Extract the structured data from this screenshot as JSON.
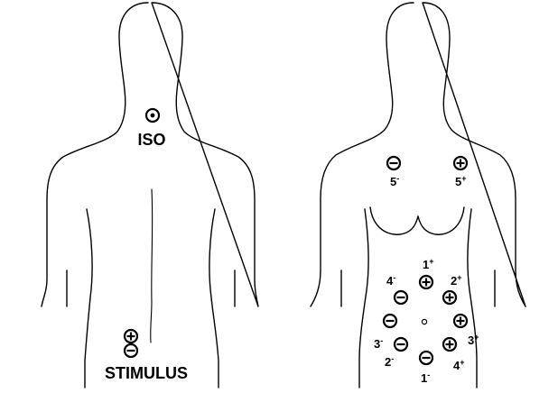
{
  "back_figure": {
    "reference_label": "ISO",
    "stimulus_label": "STIMULUS"
  },
  "front_figure": {
    "labels": {
      "e1_plus": "1",
      "e1_plus_sign": "+",
      "e1_minus": "1",
      "e1_minus_sign": "-",
      "e2_plus": "2",
      "e2_plus_sign": "+",
      "e2_minus": "2",
      "e2_minus_sign": "-",
      "e3_plus": "3",
      "e3_plus_sign": "+",
      "e3_minus": "3",
      "e3_minus_sign": "-",
      "e4_plus": "4",
      "e4_plus_sign": "+",
      "e4_minus": "4",
      "e4_minus_sign": "-",
      "e5_plus": "5",
      "e5_plus_sign": "+",
      "e5_minus": "5",
      "e5_minus_sign": "-"
    }
  },
  "colors": {
    "ink": "#000000",
    "background": "#ffffff"
  },
  "icons": [
    "positive-electrode-icon",
    "negative-electrode-icon",
    "reference-electrode-icon",
    "center-point-icon"
  ]
}
